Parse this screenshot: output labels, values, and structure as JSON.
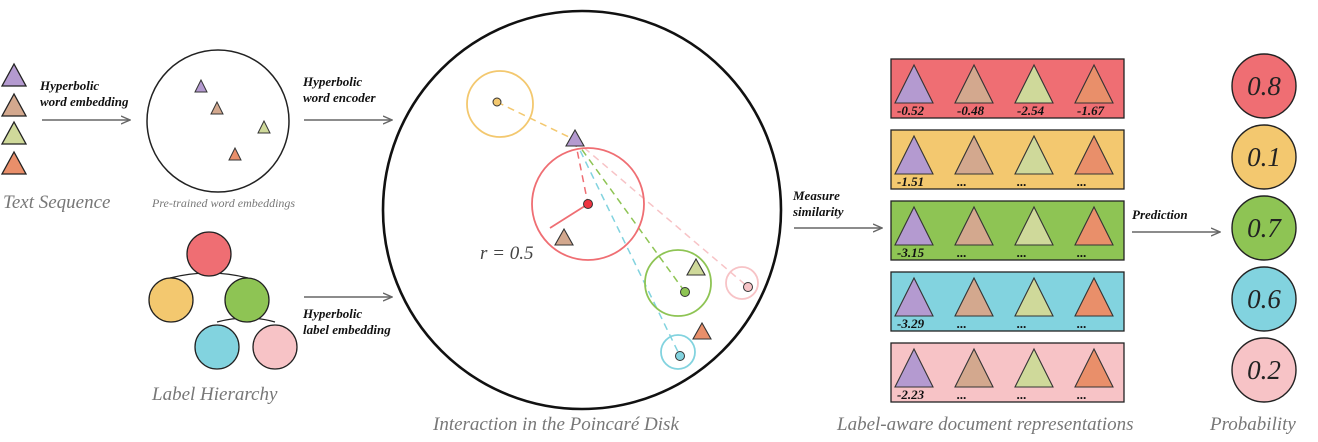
{
  "colors": {
    "purple": "#b49ad0",
    "tan": "#d3a88e",
    "lime": "#cfd99a",
    "orange": "#e98f6a",
    "red": "#ef6e73",
    "yellow": "#f3c86f",
    "green": "#8ec454",
    "cyan": "#82d3df",
    "pink": "#f7c3c6"
  },
  "labels": {
    "hyperbolic_word_embedding": [
      "Hyperbolic",
      "word embedding"
    ],
    "hyperbolic_word_encoder": [
      "Hyperbolic",
      "word encoder"
    ],
    "hyperbolic_label_embedding": [
      "Hyperbolic",
      "label embedding"
    ],
    "measure_similarity": [
      "Measure",
      "similarity"
    ],
    "prediction": "Prediction",
    "radius": "r = 0.5"
  },
  "captions": {
    "text_sequence": "Text Sequence",
    "pretrained": "Pre-trained word embeddings",
    "label_hierarchy": "Label Hierarchy",
    "poincare": "Interaction in the Poincaré Disk",
    "label_aware": "Label-aware document representations",
    "probability": "Probability"
  },
  "rows": [
    {
      "color": "red",
      "values": [
        "-0.52",
        "-0.48",
        "-2.54",
        "-1.67"
      ]
    },
    {
      "color": "yellow",
      "values": [
        "-1.51",
        "...",
        "...",
        "..."
      ]
    },
    {
      "color": "green",
      "values": [
        "-3.15",
        "...",
        "...",
        "..."
      ]
    },
    {
      "color": "cyan",
      "values": [
        "-3.29",
        "...",
        "...",
        "..."
      ]
    },
    {
      "color": "pink",
      "values": [
        "-2.23",
        "...",
        "...",
        "..."
      ]
    }
  ],
  "probabilities": [
    {
      "color": "red",
      "value": "0.8"
    },
    {
      "color": "yellow",
      "value": "0.1"
    },
    {
      "color": "green",
      "value": "0.7"
    },
    {
      "color": "cyan",
      "value": "0.6"
    },
    {
      "color": "pink",
      "value": "0.2"
    }
  ]
}
